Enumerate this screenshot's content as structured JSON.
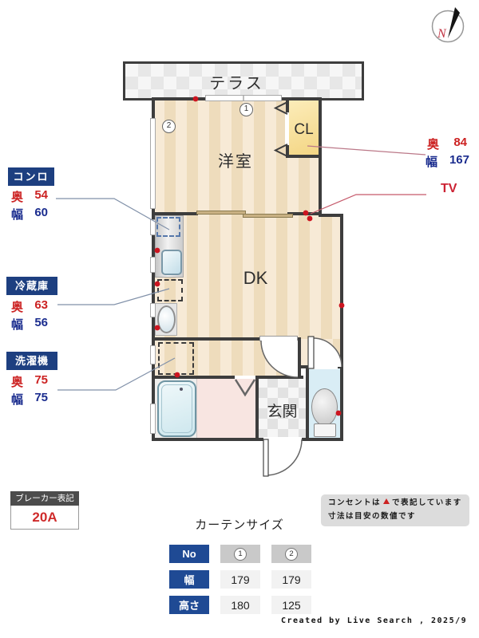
{
  "compass": {
    "letter": "N"
  },
  "rooms": {
    "terrace": "テラス",
    "western_room": "洋室",
    "closet": "CL",
    "dining_kitchen": "DK",
    "entrance": "玄関"
  },
  "markers": {
    "window1": "1",
    "window2": "2"
  },
  "fixture_labels": [
    {
      "name": "コンロ",
      "depth_label": "奥",
      "depth": "54",
      "width_label": "幅",
      "width": "60"
    },
    {
      "name": "冷蔵庫",
      "depth_label": "奥",
      "depth": "63",
      "width_label": "幅",
      "width": "56"
    },
    {
      "name": "洗濯機",
      "depth_label": "奥",
      "depth": "75",
      "width_label": "幅",
      "width": "75"
    }
  ],
  "closet_dims": {
    "depth_label": "奥",
    "depth": "84",
    "width_label": "幅",
    "width": "167"
  },
  "tv_label": "TV",
  "breaker": {
    "title": "ブレーカー表記",
    "value": "20A"
  },
  "note": {
    "line1_pre": "コンセントは",
    "line1_post": "で表記しています",
    "line2": "寸法は目安の数値です"
  },
  "curtain_table": {
    "title": "カーテンサイズ",
    "no_label": "No",
    "col1": "1",
    "col2": "2",
    "rows": [
      {
        "label": "幅",
        "v1": "179",
        "v2": "179"
      },
      {
        "label": "高さ",
        "v1": "180",
        "v2": "125"
      }
    ]
  },
  "credit": "Created by Live Search , 2025/9",
  "colors": {
    "outlet_red": "#cc1520",
    "dim_red": "#cc2222",
    "dim_navy": "#1a2c8e",
    "wall": "#3d3d3d"
  }
}
